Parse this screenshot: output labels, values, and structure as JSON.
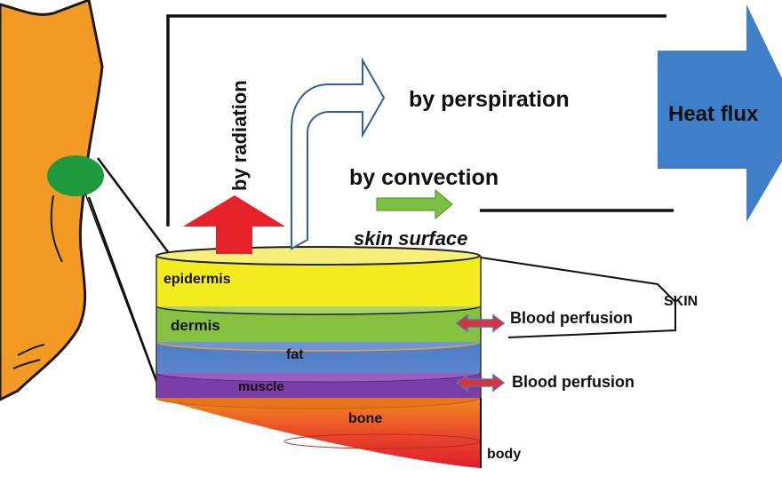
{
  "labels": {
    "radiation": "by radiation",
    "perspiration": "by perspiration",
    "convection": "by convection",
    "heat_flux": "Heat flux",
    "skin_surface": "skin surface",
    "skin": "SKIN",
    "blood_perfusion_1": "Blood perfusion",
    "blood_perfusion_2": "Blood perfusion",
    "body": "body"
  },
  "layers": [
    {
      "name": "epidermis",
      "color": "#f2ec1c"
    },
    {
      "name": "dermis",
      "color": "#86c23f"
    },
    {
      "name": "fat",
      "color": "#4a7fc6"
    },
    {
      "name": "muscle",
      "color": "#7a3fa6"
    },
    {
      "name": "bone",
      "color": "#e8731f"
    }
  ],
  "colors": {
    "leg": "#f39a24",
    "marker": "#1e9a3c",
    "radiation_arrow": "#e8222a",
    "convection_arrow": "#7cc242",
    "heat_flux_arrow": "#3f7fc9",
    "perfusion_arrow": "#d9323a",
    "perspiration_arrow_outline": "#2e5fa8"
  },
  "icons": [
    "leg-icon",
    "measurement-site-icon"
  ]
}
